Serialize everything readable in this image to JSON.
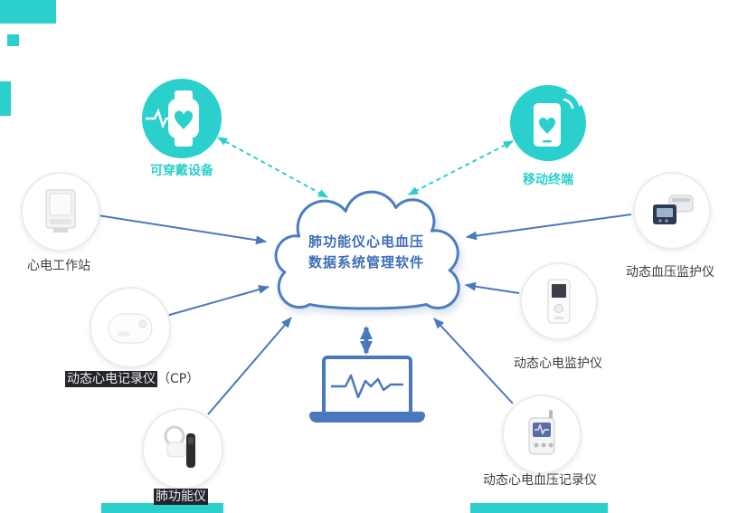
{
  "cloud": {
    "title_line1": "肺功能仪心电血压",
    "title_line2": "数据系统管理软件"
  },
  "nodes": {
    "wearable": {
      "label": "可穿戴设备"
    },
    "mobile": {
      "label": "移动终端"
    },
    "ecg_workstation": {
      "label": "心电工作站"
    },
    "holter_cp": {
      "label_main": "动态心电记录仪",
      "label_suffix": "（CP）"
    },
    "spirometer": {
      "label": "肺功能仪"
    },
    "bp_monitor": {
      "label": "动态血压监护仪"
    },
    "ecg_monitor": {
      "label": "动态心电监护仪"
    },
    "ecg_bp_recorder": {
      "label": "动态心电血压记录仪"
    }
  },
  "connections": [
    {
      "from": "wearable",
      "to": "cloud",
      "style": "dashed-teal",
      "bidirectional": true
    },
    {
      "from": "mobile",
      "to": "cloud",
      "style": "dashed-teal",
      "bidirectional": true
    },
    {
      "from": "ecg_workstation",
      "to": "cloud",
      "style": "solid-blue",
      "bidirectional": false
    },
    {
      "from": "holter_cp",
      "to": "cloud",
      "style": "solid-blue",
      "bidirectional": false
    },
    {
      "from": "spirometer",
      "to": "cloud",
      "style": "solid-blue",
      "bidirectional": false
    },
    {
      "from": "bp_monitor",
      "to": "cloud",
      "style": "solid-blue",
      "bidirectional": false
    },
    {
      "from": "ecg_monitor",
      "to": "cloud",
      "style": "solid-blue",
      "bidirectional": false
    },
    {
      "from": "ecg_bp_recorder",
      "to": "cloud",
      "style": "solid-blue",
      "bidirectional": false
    },
    {
      "from": "laptop",
      "to": "cloud",
      "style": "thick-blue",
      "bidirectional": true
    }
  ],
  "colors": {
    "teal": "#2bd0cd",
    "blue": "#4a78bc",
    "cloud_text": "#3e6fb6",
    "label_dark": "#3f3f3f",
    "highlight_bg": "#23242c"
  }
}
